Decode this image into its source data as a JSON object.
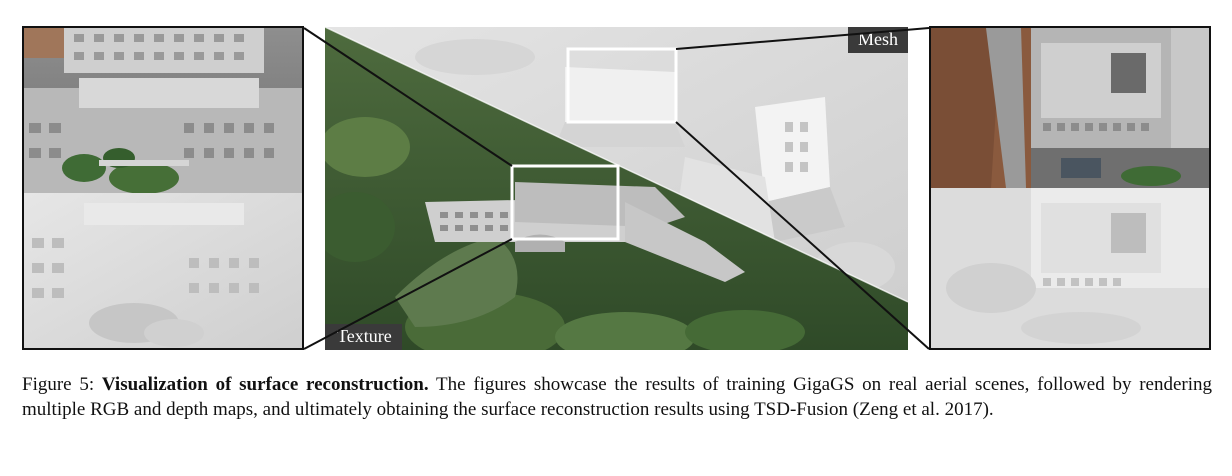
{
  "labels": {
    "mesh": "Mesh",
    "texture": "Texture"
  },
  "caption": {
    "figure_number": "Figure 5:",
    "title": "Visualization of surface reconstruction.",
    "body": "The figures showcase the results of training GigaGS on real aerial scenes, followed by rendering multiple RGB and depth maps, and ultimately obtaining the surface reconstruction results using TSD-Fusion (Zeng et al. 2017)."
  },
  "colors": {
    "mesh_gray": "#dcdcdc",
    "foliage_green": "#3f6b35",
    "building_gray": "#bdbdbd",
    "soil_brown": "#8a5a3e",
    "pond_green": "#5e7a4e"
  }
}
